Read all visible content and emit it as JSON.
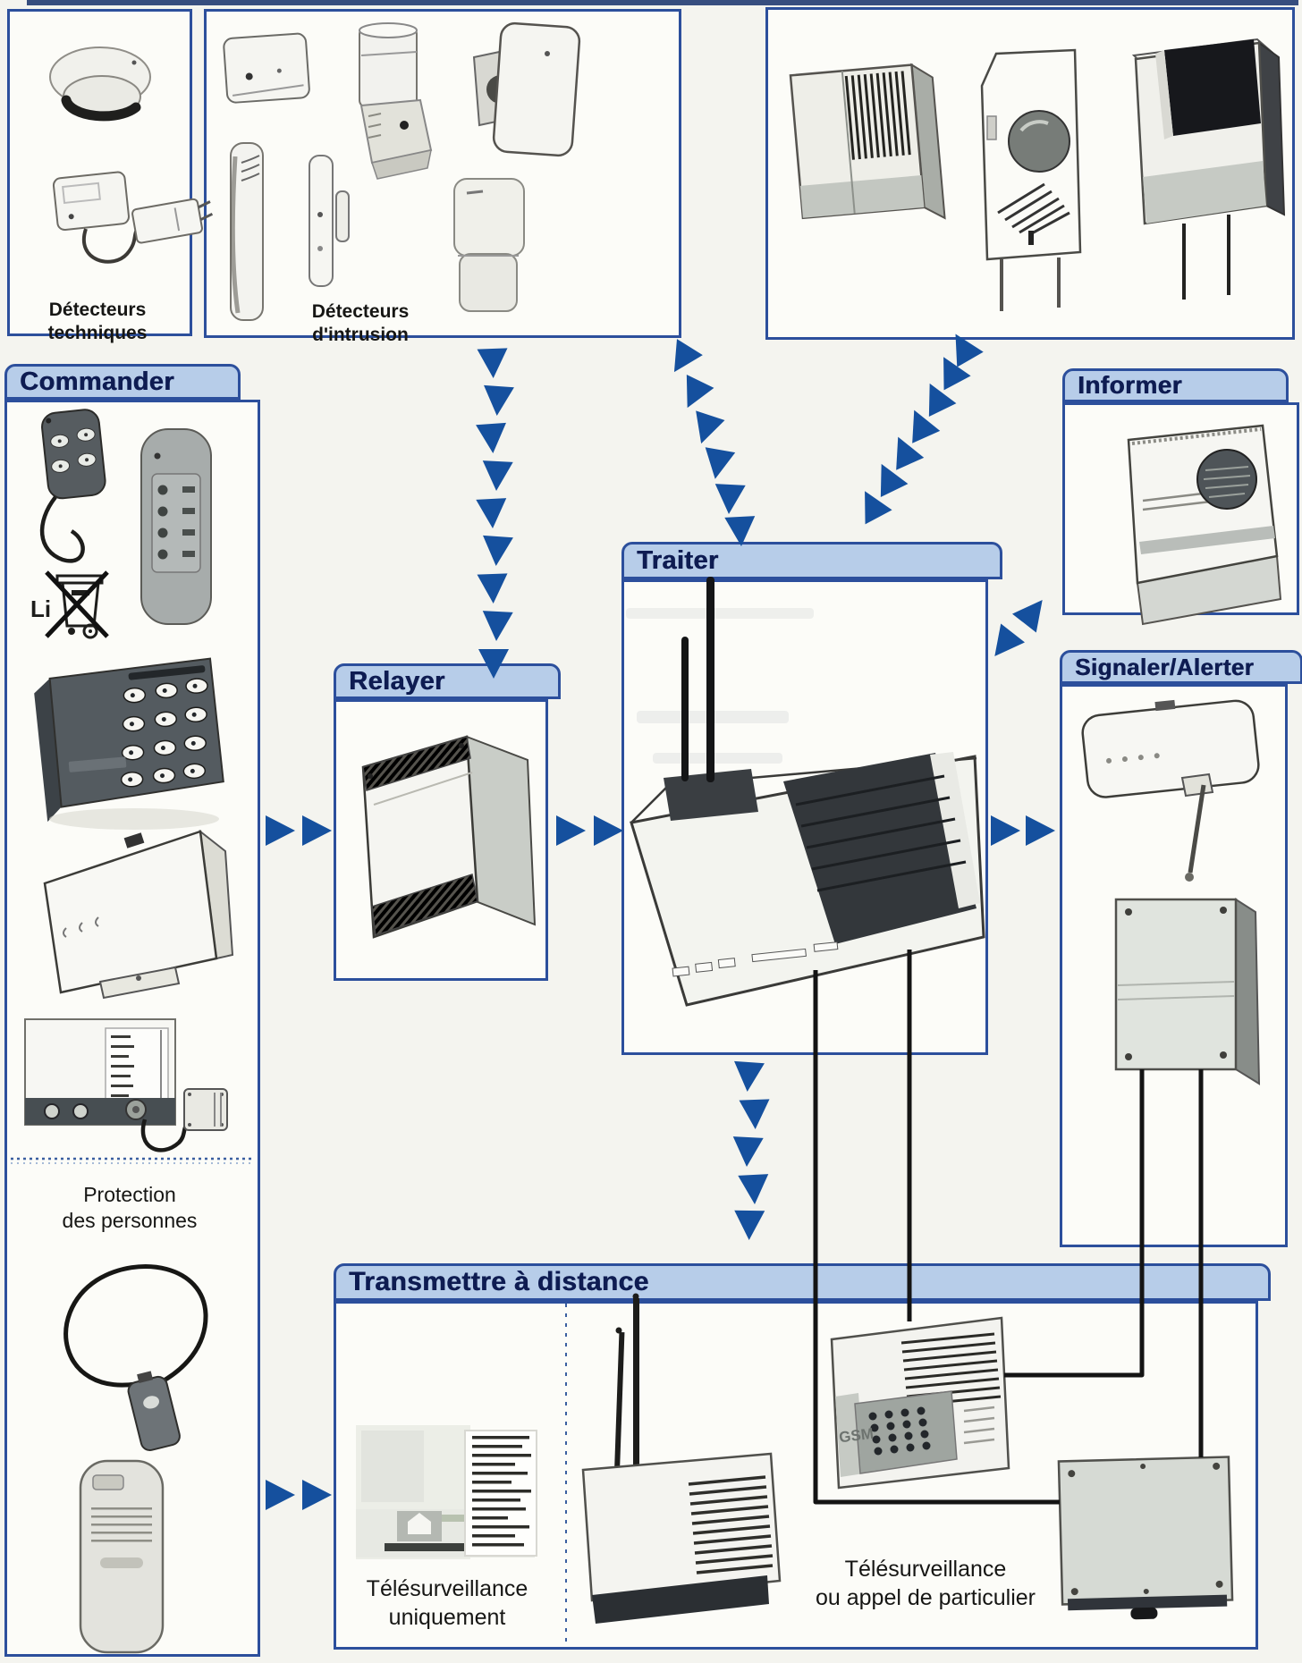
{
  "colors": {
    "page_bg": "#f4f4ef",
    "box_bg": "#fcfcf8",
    "box_border": "#2c4f9c",
    "header_band": "#b7cde9",
    "header_text": "#0e1c52",
    "arrow_blue": "#15509e",
    "cable_black": "#141414",
    "label_text": "#161614"
  },
  "panels": {
    "detecteurs_techniques": {
      "label": "Détecteurs techniques",
      "devices": [
        "smoke-detector",
        "technical-detector-with-power-supply"
      ]
    },
    "detecteurs_intrusion": {
      "label": "Détecteurs d'intrusion",
      "devices": [
        "wall-motion-detector",
        "slim-vertical-detector",
        "door-magnetic-contact",
        "cylinder-detector-with-bracket",
        "outdoor-motion-detector",
        "compact-motion-detector"
      ]
    },
    "sirenes": {
      "devices": [
        "indoor-siren",
        "outdoor-siren-with-dome",
        "solar-powered-siren"
      ]
    },
    "commander": {
      "title": "Commander",
      "battery_symbol": "Li",
      "protection_caption": {
        "line1": "Protection",
        "line2": "des personnes"
      },
      "devices": [
        "keyfob-remote",
        "handheld-remote",
        "lithium-battery-disposal-icon",
        "wireless-keypad",
        "wall-command-unit",
        "desktop-console-with-module",
        "emergency-pendant",
        "vertical-remote"
      ]
    },
    "relayer": {
      "title": "Relayer",
      "devices": [
        "radio-relay-box"
      ]
    },
    "traiter": {
      "title": "Traiter",
      "devices": [
        "central-alarm-unit-with-antennas"
      ]
    },
    "informer": {
      "title": "Informer",
      "devices": [
        "speaker-info-module"
      ]
    },
    "signaler_alerter": {
      "title": "Signaler/Alerter",
      "devices": [
        "telephone-dialer-with-antenna",
        "wired-wall-unit"
      ]
    },
    "transmettre": {
      "title": "Transmettre à distance",
      "gsm_label": "GSM",
      "left_caption": {
        "line1": "Télésurveillance",
        "line2": "uniquement"
      },
      "right_caption": {
        "line1": "Télésurveillance",
        "line2": "ou appel de particulier"
      },
      "devices": [
        "monitoring-station-sheet",
        "radio-transmitter-with-antennas",
        "gsm-dialer",
        "junction-box"
      ]
    }
  }
}
